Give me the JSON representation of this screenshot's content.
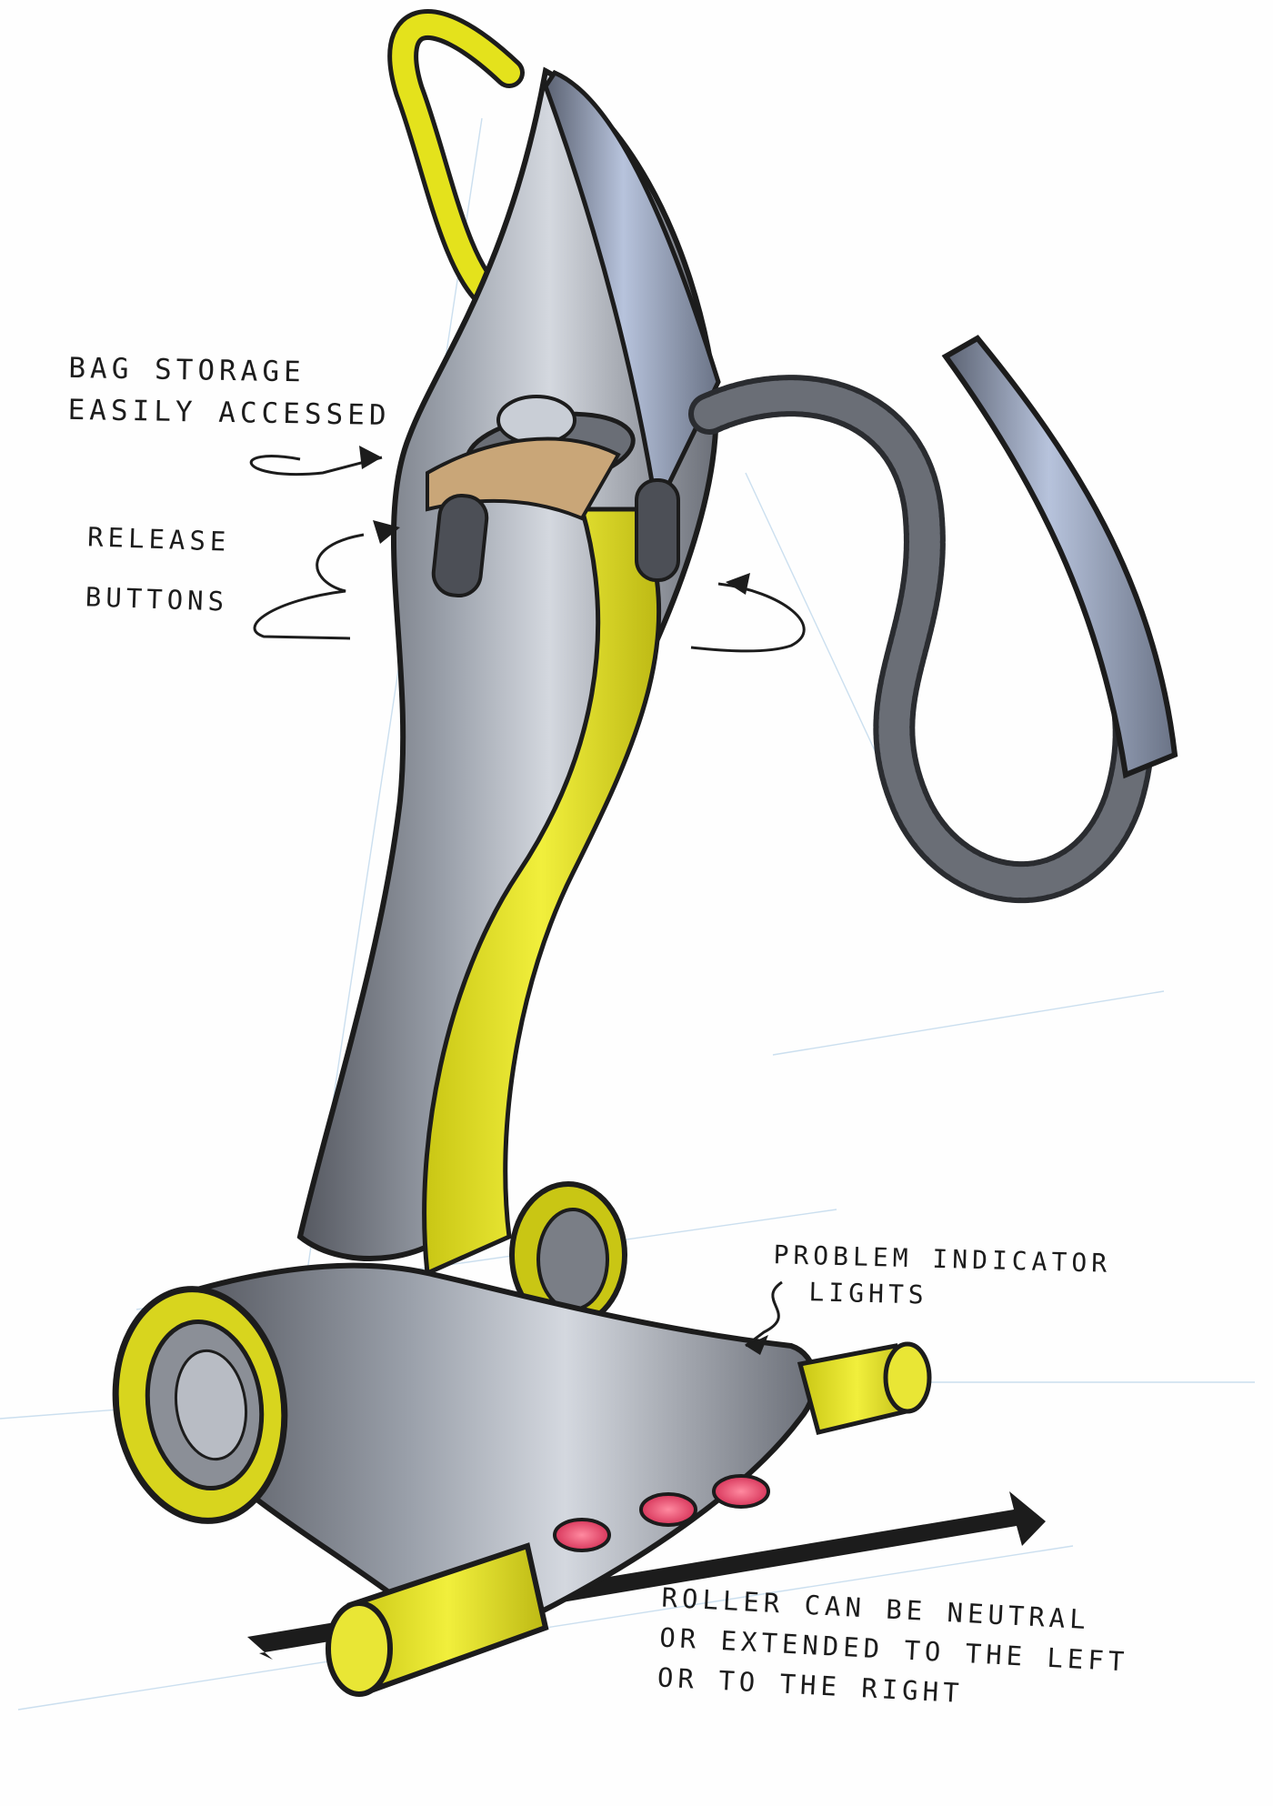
{
  "annotations": {
    "bag_storage": [
      "Bag storage",
      "easily accessed"
    ],
    "release_buttons": [
      "Release",
      "Buttons"
    ],
    "indicator_lights": [
      "Problem indicator",
      "lights"
    ],
    "roller": [
      "Roller can be neutral",
      "or extended to the left",
      "or to the right"
    ]
  },
  "colors": {
    "body_yellow": "#e4e21c",
    "body_grey": "#6d7077",
    "hose_grey": "#5c5f66",
    "tube_blue": "#8a99b4",
    "indicator_red": "#e2466a",
    "ink": "#1c1c1c"
  },
  "icons": [
    "vacuum-illustration",
    "hose-illustration",
    "direction-arrow-icon"
  ]
}
